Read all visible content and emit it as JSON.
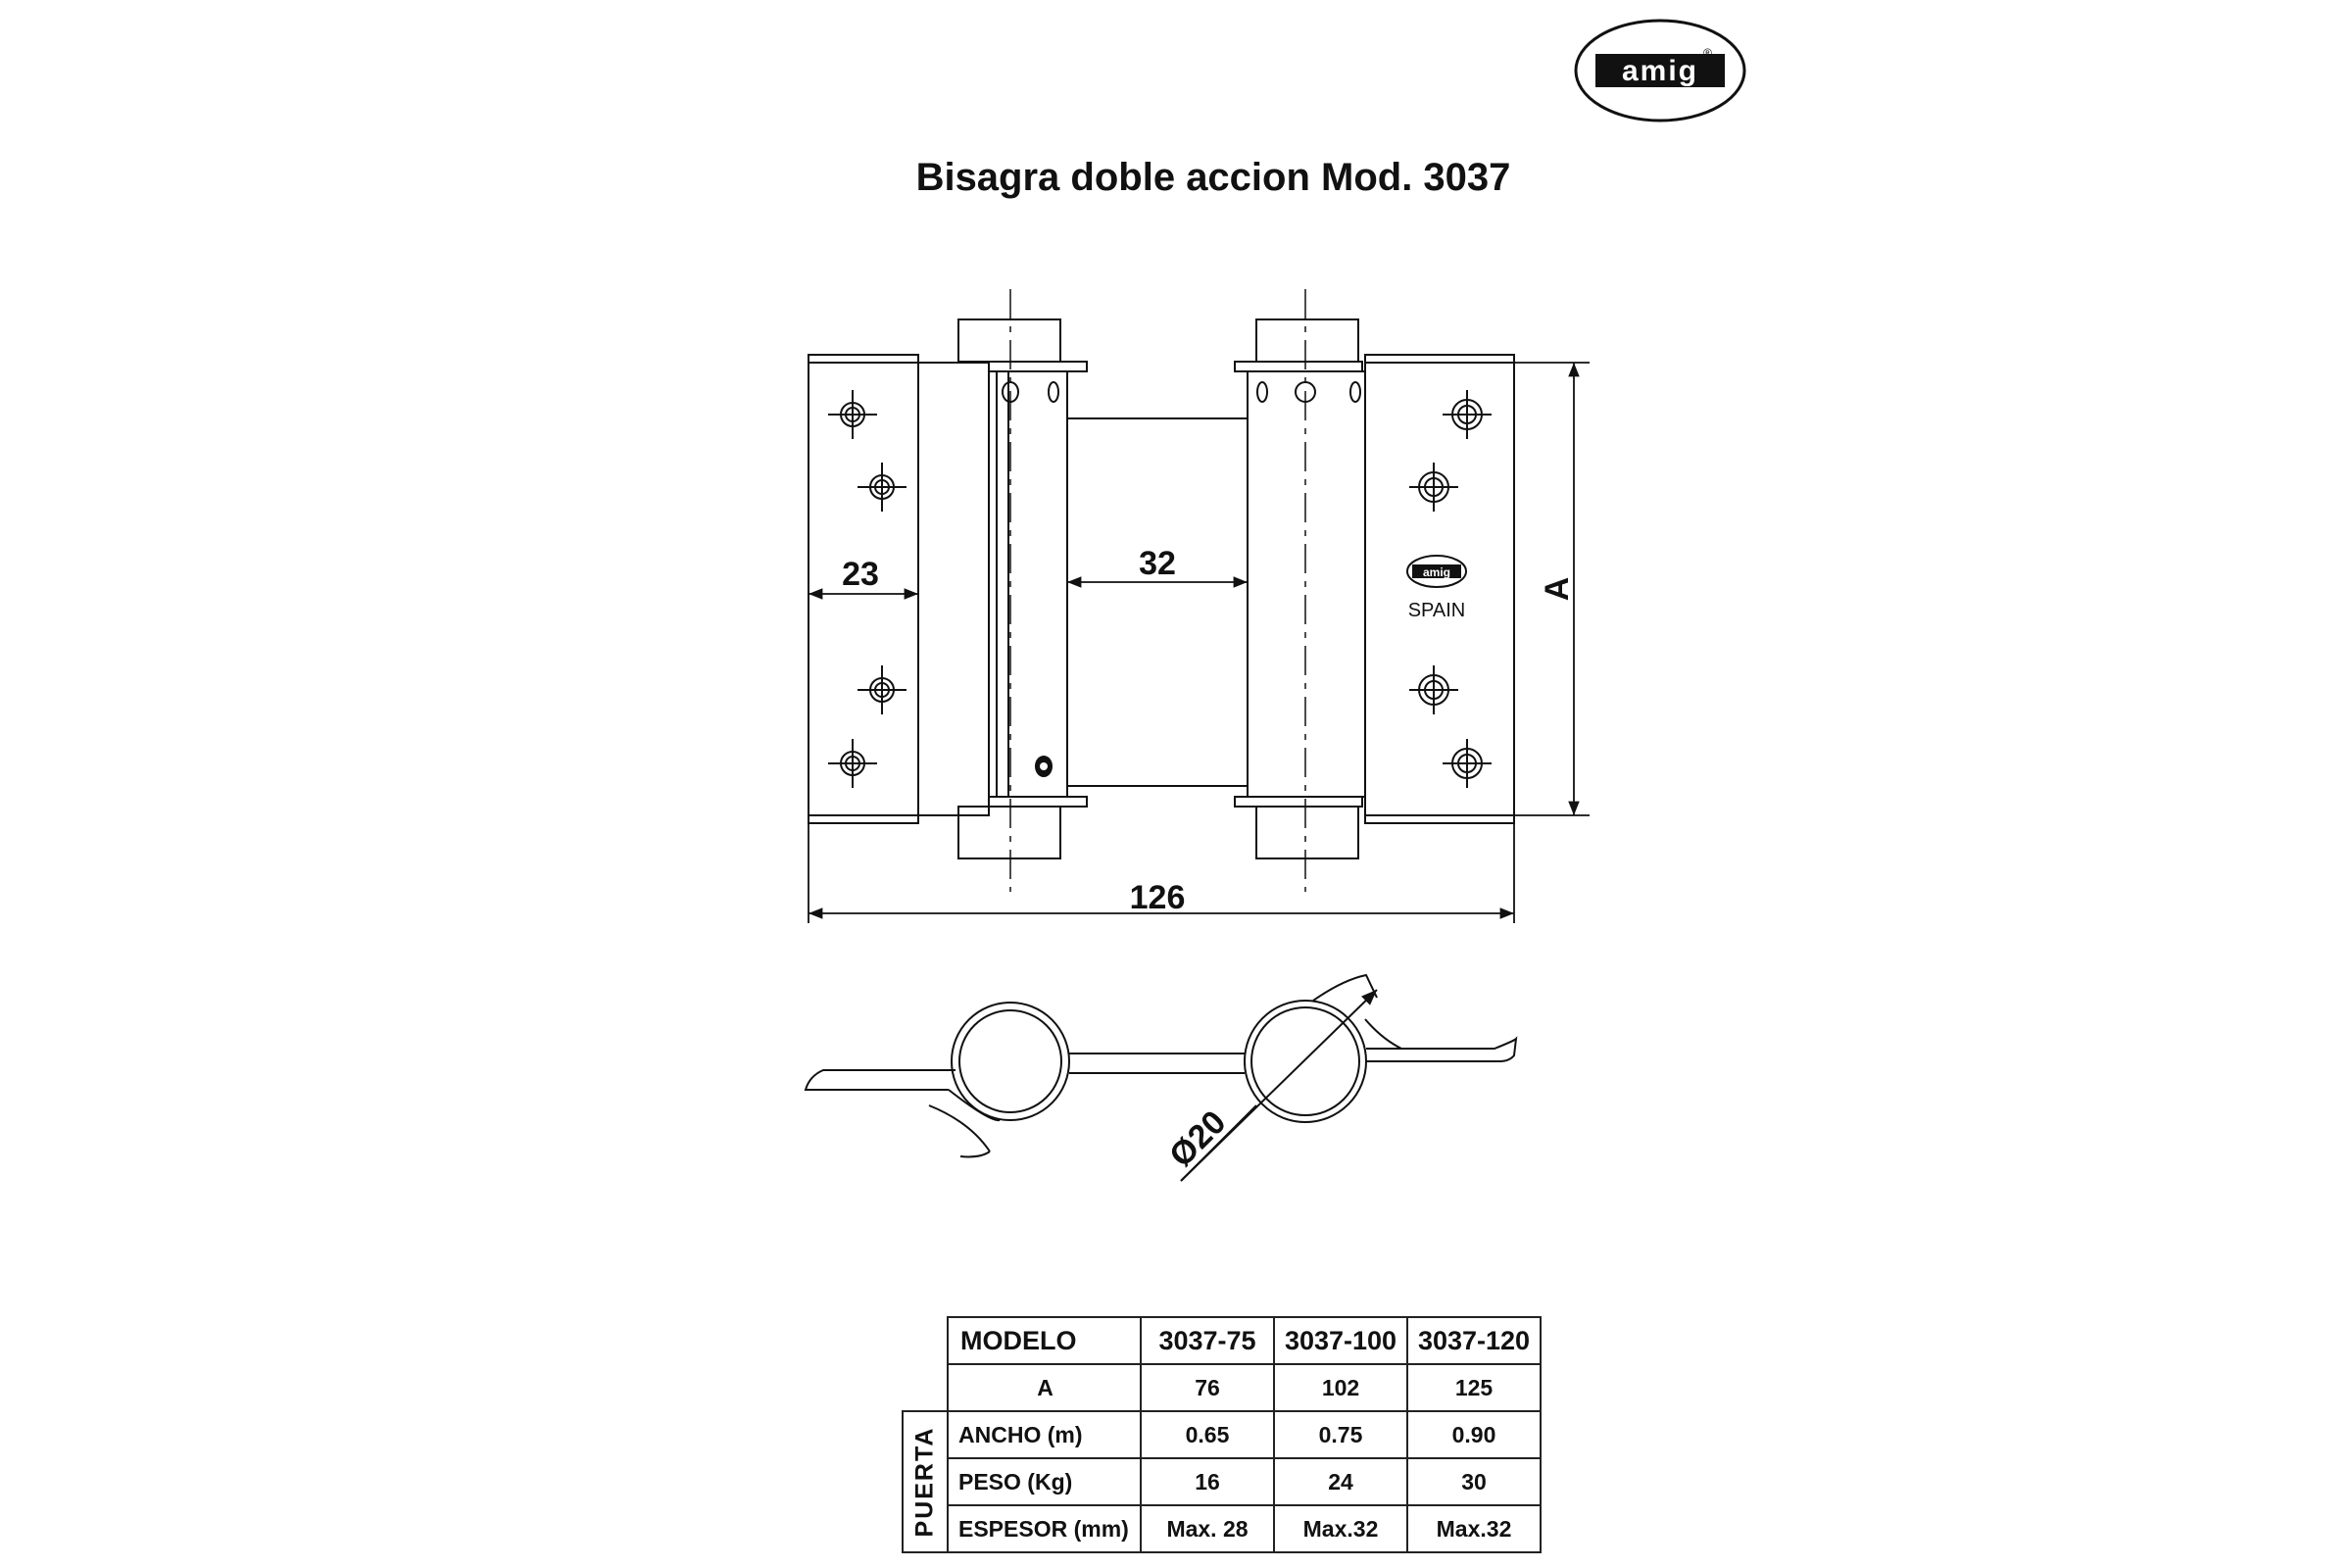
{
  "brand": {
    "logo_text": "amig"
  },
  "title": "Bisagra doble accion Mod. 3037",
  "dimensions": {
    "leaf_width": "23",
    "gap": "32",
    "height": "A",
    "overall_width": "126",
    "barrel_diameter": "Ø20"
  },
  "stamp": {
    "logo_text": "amig",
    "country": "SPAIN"
  },
  "table": {
    "header": [
      "MODELO",
      "3037-75",
      "3037-100",
      "3037-120"
    ],
    "group_label": "PUERTA",
    "rows": [
      {
        "label": "A",
        "values": [
          "76",
          "102",
          "125"
        ]
      },
      {
        "label": "ANCHO (m)",
        "values": [
          "0.65",
          "0.75",
          "0.90"
        ]
      },
      {
        "label": "PESO (Kg)",
        "values": [
          "16",
          "24",
          "30"
        ]
      },
      {
        "label": "ESPESOR (mm)",
        "values": [
          "Max. 28",
          "Max.32",
          "Max.32"
        ]
      }
    ]
  },
  "colors": {
    "line": "#111111",
    "background": "#ffffff"
  }
}
